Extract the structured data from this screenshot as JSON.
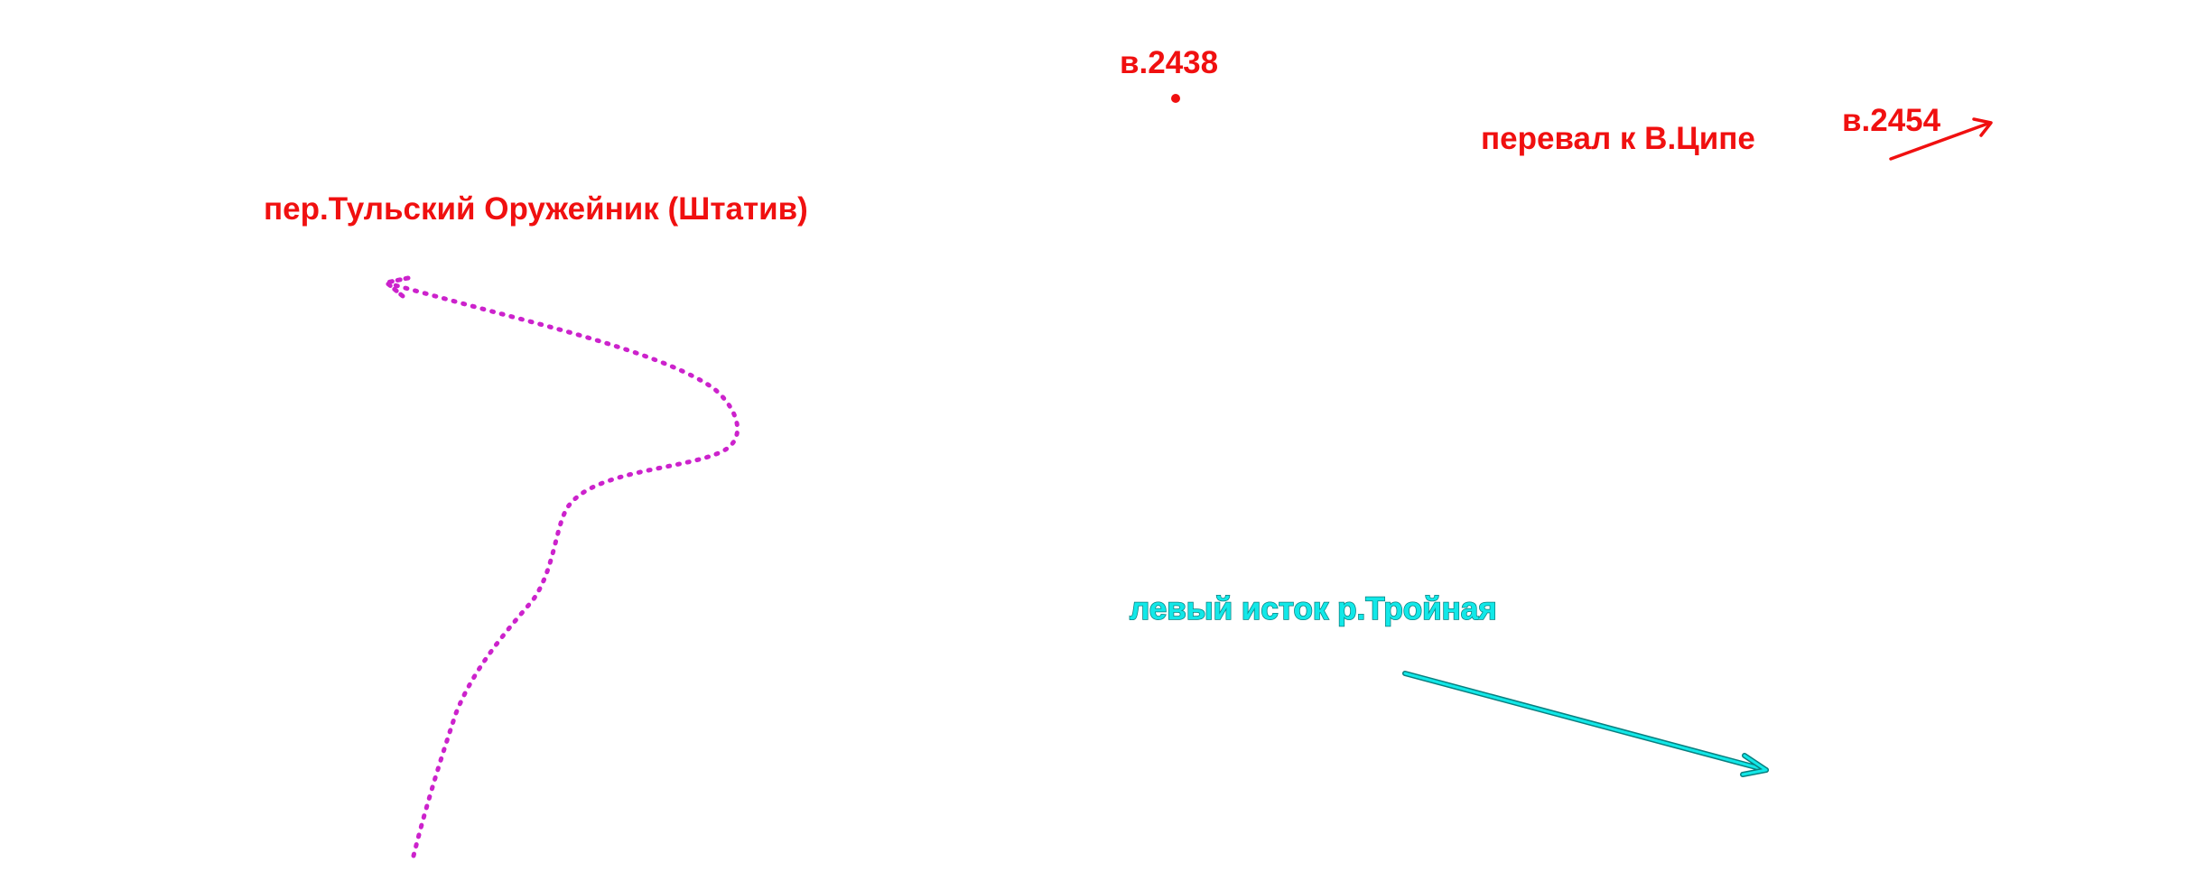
{
  "colors": {
    "background": "#ffffff",
    "label_red": "#f01010",
    "route_magenta": "#cc22cc",
    "river_cyan": "#12c8c8",
    "river_outline": "#0a7f7f"
  },
  "labels": {
    "peak_2438": "в.2438",
    "pass_tulsky": "пер.Тульский Оружейник (Штатив)",
    "pass_tsipa": "перевал к В.Ципе",
    "peak_2454": "в.2454",
    "river_troynaya": "левый исток р.Тройная"
  },
  "icons": {
    "peak_marker": "dot-marker",
    "route": "dotted-route-arrow",
    "pass_direction": "arrow-icon",
    "river_direction": "arrow-icon"
  }
}
